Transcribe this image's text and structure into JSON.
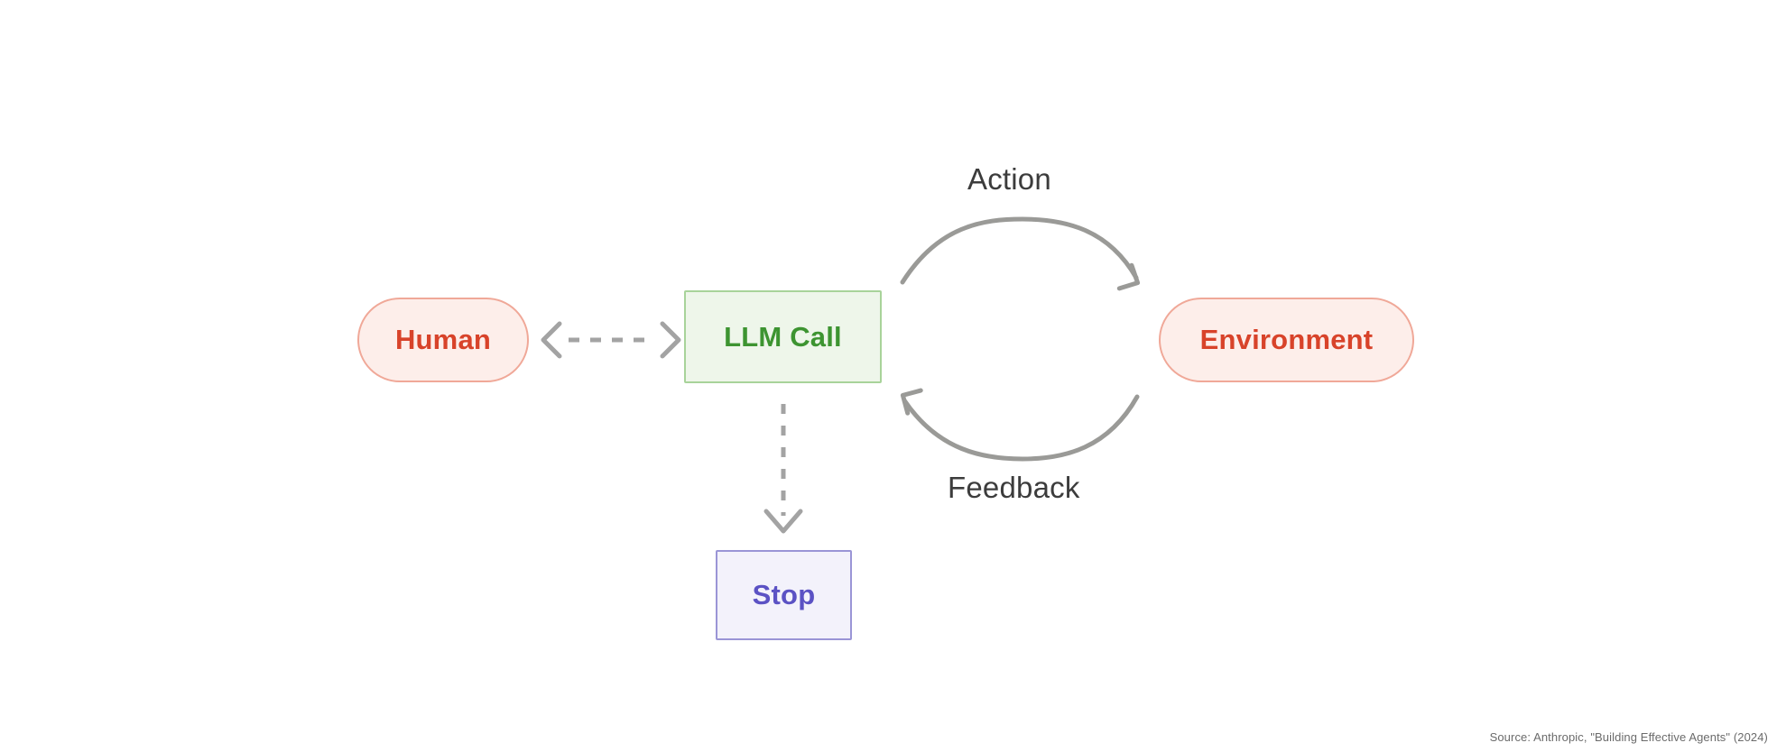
{
  "diagram": {
    "type": "agent-loop-flowchart",
    "background_color": "#ffffff",
    "nodes": [
      {
        "id": "human",
        "label": "Human",
        "shape": "pill",
        "fill": "#fdeeea",
        "border": "#f0a898",
        "text_color": "#d8432a"
      },
      {
        "id": "llm_call",
        "label": "LLM Call",
        "shape": "rectangle",
        "fill": "#eef6ea",
        "border": "#a8d39a",
        "text_color": "#3d9431"
      },
      {
        "id": "environment",
        "label": "Environment",
        "shape": "pill",
        "fill": "#fdeeea",
        "border": "#f0a898",
        "text_color": "#d8432a"
      },
      {
        "id": "stop",
        "label": "Stop",
        "shape": "rectangle",
        "fill": "#f3f2fb",
        "border": "#9a95d6",
        "text_color": "#5b52c4"
      }
    ],
    "edges": [
      {
        "id": "human-llm",
        "label": "",
        "from": "human",
        "to": "llm_call",
        "style": "dashed",
        "direction": "bidirectional",
        "color": "#9e9e9e"
      },
      {
        "id": "action",
        "label": "Action",
        "from": "llm_call",
        "to": "environment",
        "style": "solid-curved",
        "direction": "forward",
        "color": "#9a9a97"
      },
      {
        "id": "feedback",
        "label": "Feedback",
        "from": "environment",
        "to": "llm_call",
        "style": "solid-curved",
        "direction": "forward",
        "color": "#9a9a97"
      },
      {
        "id": "llm-stop",
        "label": "",
        "from": "llm_call",
        "to": "stop",
        "style": "dashed",
        "direction": "forward",
        "color": "#9e9e9e"
      }
    ]
  },
  "labels": {
    "action": "Action",
    "feedback": "Feedback"
  },
  "nodes": {
    "human": "Human",
    "llm_call": "LLM Call",
    "environment": "Environment",
    "stop": "Stop"
  },
  "footer": {
    "source": "Source: Anthropic, \"Building Effective Agents\" (2024)"
  }
}
